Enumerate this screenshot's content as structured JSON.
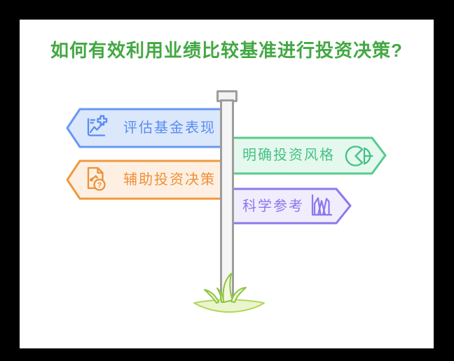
{
  "background": {
    "outer": "#000000",
    "inner": "#ffffff"
  },
  "title": {
    "text": "如何有效利用业绩比较基准进行投资决策?",
    "color": "#43a843"
  },
  "signpost": {
    "signs": [
      {
        "name": "evaluate-fund-performance",
        "label": "评估基金表现",
        "direction": "left",
        "icon": "chart-plus-icon",
        "fill": "#dbe8fb",
        "border": "#6b97f1",
        "text_color": "#5a8cf0"
      },
      {
        "name": "clarify-investment-style",
        "label": "明确投资风格",
        "direction": "right",
        "icon": "pie-chart-icon",
        "fill": "#e5f8ee",
        "border": "#57cb8b",
        "text_color": "#45c185"
      },
      {
        "name": "assist-investment-decisions",
        "label": "辅助投资决策",
        "direction": "left",
        "icon": "document-question-icon",
        "fill": "#fdf0e2",
        "border": "#ef993f",
        "text_color": "#ee9038"
      },
      {
        "name": "scientific-reference",
        "label": "科学参考",
        "direction": "right",
        "icon": "mountain-chart-icon",
        "fill": "#f1edfc",
        "border": "#8b79ec",
        "text_color": "#8a78ee"
      }
    ],
    "pole": {
      "fill": "#f5f5f5",
      "border": "#9d9d9d",
      "cap_fill": "#f2f2f2"
    },
    "grass": {
      "leaf_stroke": "#8cc63e",
      "leaf_fill": "#f2f9dd",
      "mound_stroke": "#b3d75a",
      "mound_fill": "#eaf5cd"
    },
    "question_mark": "?"
  }
}
